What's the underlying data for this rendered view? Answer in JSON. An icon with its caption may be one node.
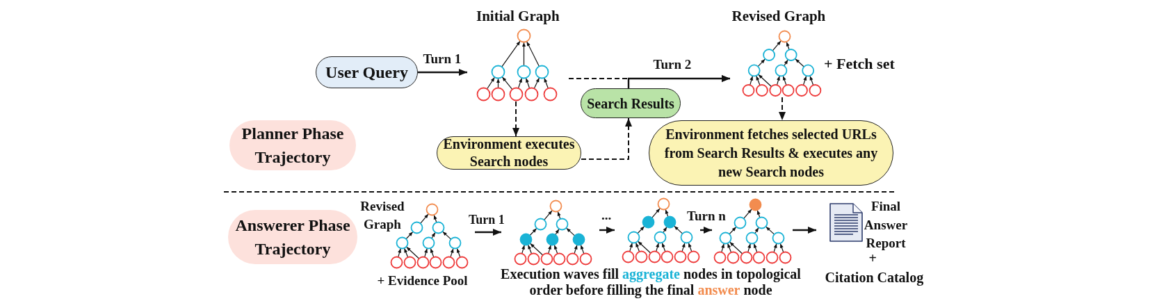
{
  "diagram": {
    "nodes": [
      {
        "text": [
          "User Query"
        ]
      },
      {
        "text": [
          "Initial Graph"
        ]
      },
      {
        "text": [
          "Search Results"
        ]
      },
      {
        "text": [
          "Revised Graph"
        ],
        "beside": [
          "+ Fetch set"
        ]
      },
      {
        "text": [
          "Planner Phase Trajectory"
        ]
      },
      {
        "text": [
          "Environment executes Search nodes"
        ]
      },
      {
        "text": [
          "Environment fetches selected URLs from Search Results & executes any new Search nodes"
        ]
      },
      {
        "text": [
          "Answerer Phase Trajectory"
        ]
      },
      {
        "text": [
          "Revised Graph"
        ],
        "beside": [
          "+ Evidence Pool"
        ]
      },
      {
        "text": [],
        "shape": "picture"
      },
      {
        "text": [],
        "shape": "picture"
      },
      {
        "text": [],
        "shape": "picture"
      },
      {
        "text": [],
        "shape": "picture",
        "beside": [
          "Final Answer Report",
          "+",
          "Citation Catalog"
        ]
      }
    ],
    "edges": [
      {
        "from": 0,
        "to": 1,
        "arrow": "to",
        "label": "Turn 1"
      },
      {
        "from": 1,
        "to": 3,
        "arrow": "to",
        "label": "Turn 2",
        "style": "dashed"
      },
      {
        "from": 2,
        "to": 3,
        "arrow": "to"
      },
      {
        "from": 1,
        "to": 5,
        "arrow": "to",
        "style": "dashed"
      },
      {
        "from": 5,
        "to": 2,
        "arrow": "to",
        "style": "dashed"
      },
      {
        "from": 3,
        "to": 6,
        "arrow": "to",
        "style": "dashed"
      },
      {
        "from": 8,
        "to": 9,
        "arrow": "to",
        "label": "Turn 1"
      },
      {
        "from": 9,
        "to": 10,
        "arrow": "to",
        "label": "..."
      },
      {
        "from": 10,
        "to": 11,
        "arrow": "to",
        "label": "Turn n"
      },
      {
        "from": 11,
        "to": 12,
        "arrow": "to"
      }
    ],
    "labels": [
      "Execution waves fill **aggregate** nodes in topological order before filling the final **answer** node"
    ]
  }
}
